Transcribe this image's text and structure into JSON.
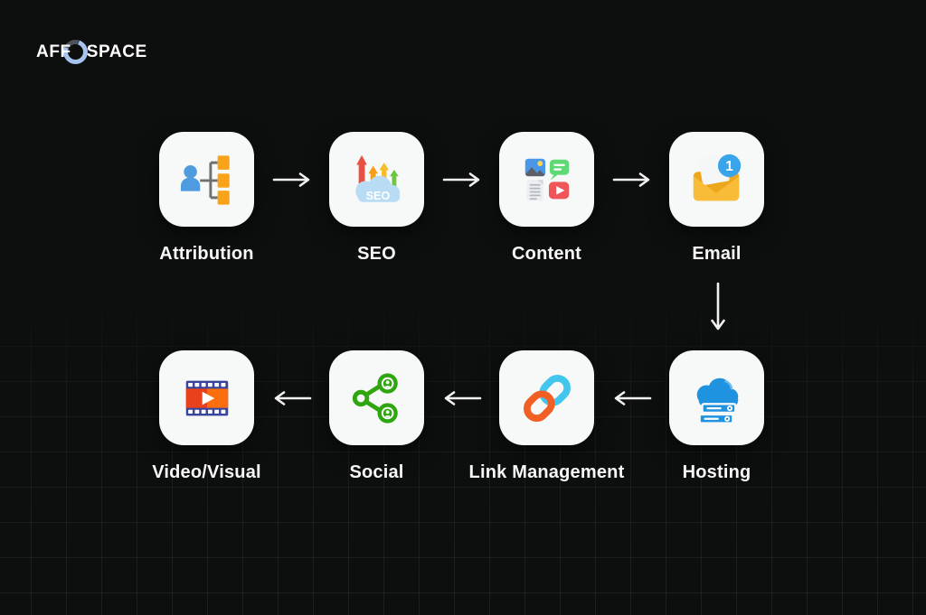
{
  "logo": {
    "part1": "AFF",
    "part2": "SPACE"
  },
  "diagram": {
    "rows": [
      {
        "direction": "left-to-right",
        "nodes": [
          {
            "label": "Attribution",
            "icon": "attribution"
          },
          {
            "label": "SEO",
            "icon": "seo-cloud"
          },
          {
            "label": "Content",
            "icon": "content-types"
          },
          {
            "label": "Email",
            "icon": "email-notification"
          }
        ]
      },
      {
        "direction": "right-to-left",
        "nodes": [
          {
            "label": "Video/Visual",
            "icon": "film-strip"
          },
          {
            "label": "Social",
            "icon": "share-network"
          },
          {
            "label": "Link Management",
            "icon": "chain-links"
          },
          {
            "label": "Hosting",
            "icon": "cloud-servers"
          }
        ]
      }
    ],
    "connector": {
      "from": "Email",
      "to": "Hosting",
      "direction": "down"
    }
  },
  "icon_text": {
    "seo": "SEO",
    "email_badge": "1"
  },
  "colors": {
    "background": "#0d0e0e",
    "card": "#f7f8f8",
    "label_text": "#f7f7f7",
    "arrow": "#f2f2f2",
    "logo_ring_blue": "#a6c3ee",
    "attribution_blue": "#4f9be0",
    "attribution_orange": "#f8a31a",
    "seo_cloud_blue": "#b9dcf5",
    "content_green": "#5ed973",
    "content_red": "#f0555a",
    "email_yellow": "#f8bc38",
    "email_badge_blue": "#38a4ea",
    "hosting_blue": "#1f93e0",
    "link_cyan": "#42c6ee",
    "link_orange": "#f15f25",
    "social_green": "#2fa50f",
    "film_navy": "#39459c",
    "film_red": "#e8411c",
    "film_orange": "#fa6e0e"
  }
}
